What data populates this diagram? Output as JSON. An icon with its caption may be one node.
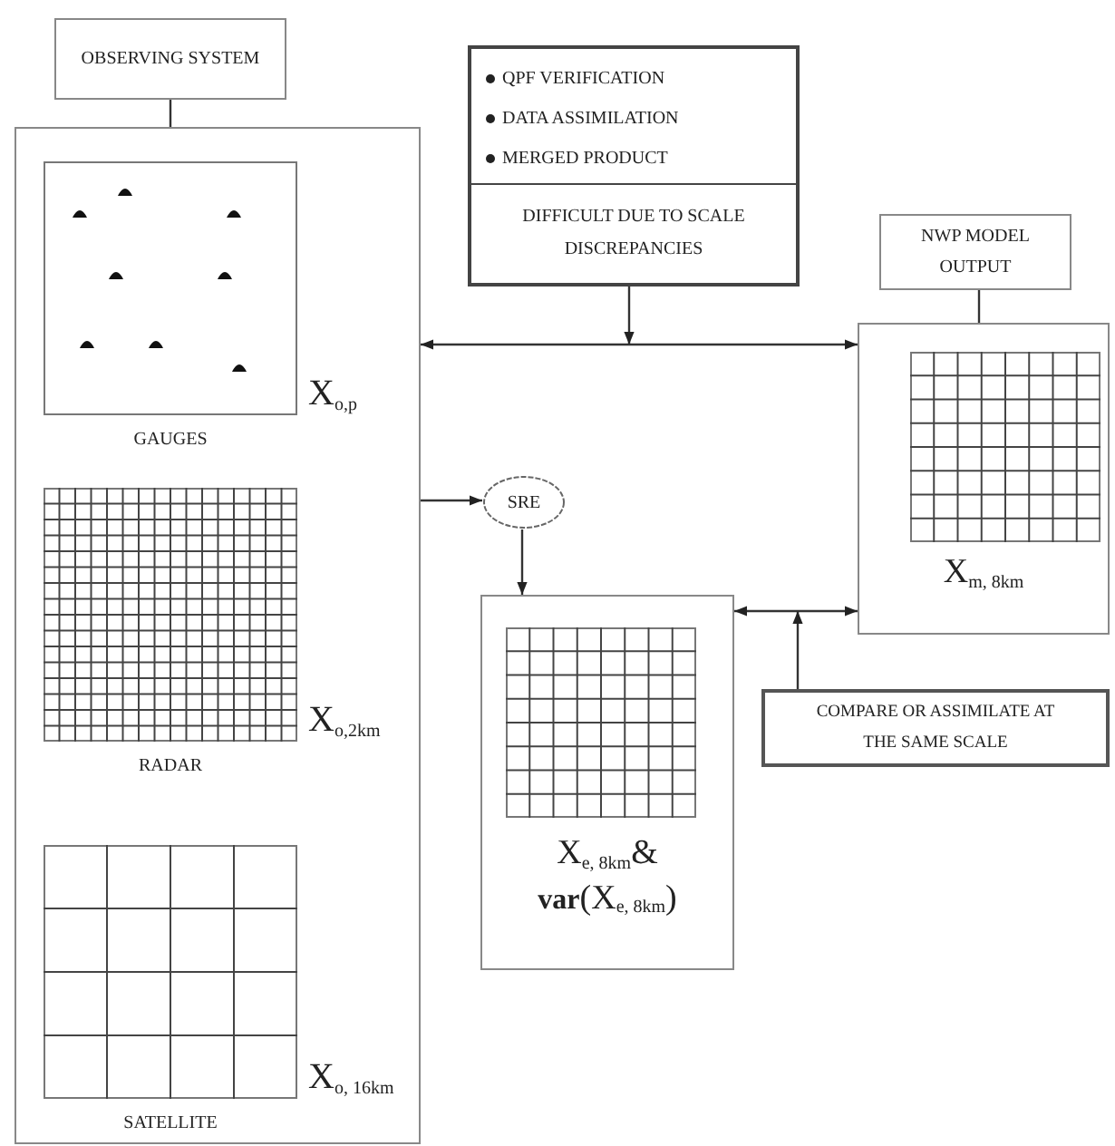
{
  "diagram": {
    "nodes": [
      {
        "text": [
          "OBSERVING SYSTEM"
        ]
      },
      {
        "text": [],
        "shape": "box"
      },
      {
        "text": [
          "GAUGES"
        ],
        "beside": [
          "X$_{o,p}$"
        ],
        "in": 1
      },
      {
        "text": [
          "RADAR"
        ],
        "beside": [
          "X$_{o,2km}$"
        ],
        "in": 1
      },
      {
        "text": [
          "SATELLITE"
        ],
        "beside": [
          "X$_{o, 16km}$"
        ],
        "in": 1
      },
      {
        "text": [
          "QPF VERIFICATION",
          "DATA ASSIMILATION",
          "MERGED PRODUCT",
          "DIFFICULT DUE TO SCALE DISCREPANCIES"
        ]
      },
      {
        "text": [
          "NWP MODEL OUTPUT"
        ]
      },
      {
        "text": [
          "X$_{m, 8km}$"
        ]
      },
      {
        "text": [
          "SRE"
        ]
      },
      {
        "text": [
          "X$_{e, 8km}$& **var**(X$_{e, 8km}$)"
        ]
      },
      {
        "text": [
          "COMPARE OR ASSIMILATE AT THE SAME SCALE"
        ]
      }
    ],
    "edges": [
      {
        "from": 0,
        "to": 1,
        "arrow": "none"
      },
      {
        "from": 6,
        "to": 7,
        "arrow": "none"
      },
      {
        "from": 1,
        "to": 7,
        "arrow": "both"
      },
      {
        "from": 5,
        "to": null,
        "arrow": "to"
      },
      {
        "from": 1,
        "to": 8,
        "arrow": "to"
      },
      {
        "from": 8,
        "to": 9,
        "arrow": "to"
      },
      {
        "from": 9,
        "to": 7,
        "arrow": "both"
      },
      {
        "from": 10,
        "to": null,
        "arrow": "to"
      }
    ]
  }
}
